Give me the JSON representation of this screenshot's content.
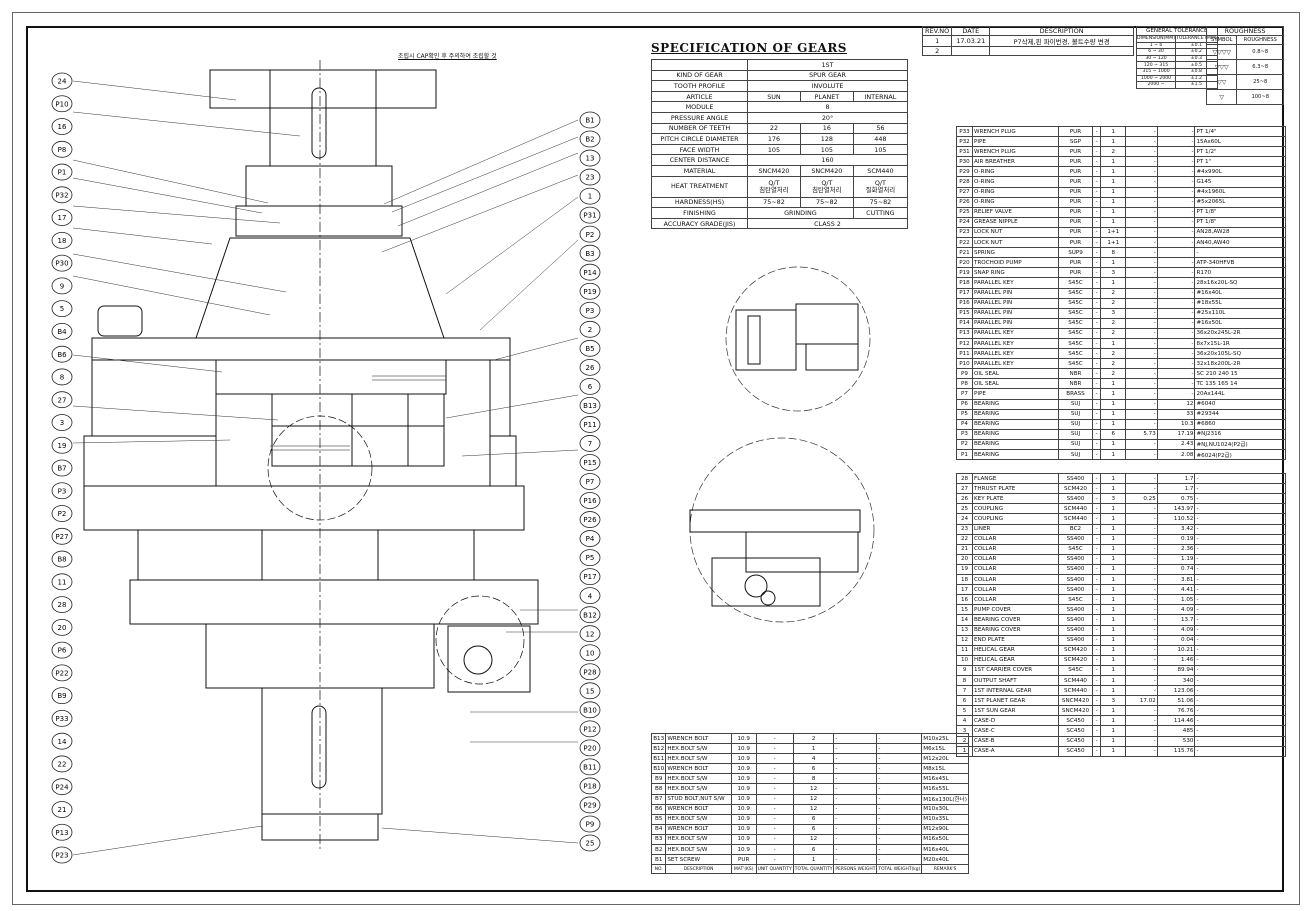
{
  "drawing": {
    "assembly_note": "조립시 CAP확인 후 주의하여 조립할 것"
  },
  "balloons_left": [
    "24",
    "P10",
    "16",
    "P8",
    "P1",
    "P32",
    "17",
    "18",
    "P30",
    "9",
    "5",
    "B4",
    "B6",
    "8",
    "27",
    "3",
    "19",
    "B7",
    "P3",
    "P2",
    "P27",
    "B8",
    "11",
    "28",
    "20",
    "P6",
    "P22",
    "B9",
    "P33",
    "14",
    "22",
    "P24",
    "21",
    "P13",
    "P23"
  ],
  "balloons_right": [
    "B1",
    "B2",
    "13",
    "23",
    "1",
    "P31",
    "P2",
    "B3",
    "P14",
    "P19",
    "P3",
    "2",
    "B5",
    "26",
    "6",
    "B13",
    "P11",
    "7",
    "P15",
    "P7",
    "P16",
    "P26",
    "P4",
    "P5",
    "P17",
    "4",
    "B12",
    "12",
    "10",
    "P28",
    "15",
    "B10",
    "P12",
    "P20",
    "B11",
    "P18",
    "P29",
    "P9",
    "25"
  ],
  "spec": {
    "title": "SPECIFICATION OF GEARS",
    "stage": "1ST",
    "kind_of_gear": {
      "label": "KIND OF GEAR",
      "value": "SPUR GEAR"
    },
    "tooth_profile": {
      "label": "TOOTH PROFILE",
      "value": "INVOLUTE"
    },
    "article": {
      "label": "ARTICLE",
      "sun": "SUN",
      "planet": "PLANET",
      "internal": "INTERNAL"
    },
    "module": {
      "label": "MODULE",
      "value": "8"
    },
    "pressure_angle": {
      "label": "PRESSURE ANGLE",
      "value": "20°"
    },
    "teeth": {
      "label": "NUMBER OF TEETH",
      "sun": "22",
      "planet": "16",
      "internal": "56"
    },
    "pcd": {
      "label": "PITCH CIRCLE DIAMETER",
      "sun": "176",
      "planet": "128",
      "internal": "448"
    },
    "face_width": {
      "label": "FACE WIDTH",
      "sun": "105",
      "planet": "105",
      "internal": "105"
    },
    "center_distance": {
      "label": "CENTER DISTANCE",
      "value": "160"
    },
    "material": {
      "label": "MATERIAL",
      "sun": "SNCM420",
      "planet": "SNCM420",
      "internal": "SCM440"
    },
    "heat_treatment": {
      "label": "HEAT TREATMENT",
      "sun_1": "Q/T",
      "sun_2": "침탄열처리",
      "planet_1": "Q/T",
      "planet_2": "침탄열처리",
      "internal_1": "Q/T",
      "internal_2": "질화열처리"
    },
    "hardness": {
      "label": "HARDNESS(HS)",
      "sun": "75~82",
      "planet": "75~82",
      "internal": "75~82"
    },
    "finishing": {
      "label": "FINISHING",
      "grinding": "GRINDING",
      "cutting": "CUTTING"
    },
    "accuracy": {
      "label": "ACCURACY GRADE(JIS)",
      "value": "CLASS 2"
    }
  },
  "revision": {
    "headers": {
      "rev": "REV.NO",
      "date": "DATE",
      "desc": "DESCRIPTION"
    },
    "row1": {
      "rev": "1",
      "date": "17.03.21",
      "desc": "P7삭제,핀 파이번경, 볼트수량 변경"
    },
    "row2": {
      "rev": "2",
      "date": "",
      "desc": ""
    }
  },
  "tolerance": {
    "title": "GENERAL TOLERANCE",
    "col1": "DIMENSION(MM)",
    "col2": "TOLERANCE (MM)",
    "rows": [
      {
        "dim": "1 ~ 6",
        "tol": "±0.1"
      },
      {
        "dim": "6 ~ 30",
        "tol": "±0.2"
      },
      {
        "dim": "30 ~ 120",
        "tol": "±0.3"
      },
      {
        "dim": "120 ~ 315",
        "tol": "±0.5"
      },
      {
        "dim": "315 ~ 1000",
        "tol": "±0.8"
      },
      {
        "dim": "1000 ~ 2000",
        "tol": "±1.2"
      },
      {
        "dim": "2000 ~",
        "tol": "±1.5"
      }
    ]
  },
  "roughness": {
    "title": "ROUGHNESS",
    "col1": "SYMBOL",
    "col2": "ROUGHNESS",
    "rows": [
      {
        "sym": "▽▽▽▽",
        "val": "0.8~8"
      },
      {
        "sym": "▽▽▽",
        "val": "6.3~8"
      },
      {
        "sym": "▽▽",
        "val": "25~8"
      },
      {
        "sym": "▽",
        "val": "100~8"
      }
    ]
  },
  "bom_right": [
    {
      "no": "P33",
      "desc": "WRENCH PLUG",
      "mat": "PUR",
      "a": "-",
      "q": "1",
      "u": "-",
      "t": "-",
      "rem": "PT 1/4\""
    },
    {
      "no": "P32",
      "desc": "PIPE",
      "mat": "SGP",
      "a": "-",
      "q": "1",
      "u": "-",
      "t": "-",
      "rem": "15Ax60L"
    },
    {
      "no": "P31",
      "desc": "WRENCH PLUG",
      "mat": "PUR",
      "a": "-",
      "q": "2",
      "u": "-",
      "t": "-",
      "rem": "PT 1/2\""
    },
    {
      "no": "P30",
      "desc": "AIR BREATHER",
      "mat": "PUR",
      "a": "-",
      "q": "1",
      "u": "-",
      "t": "-",
      "rem": "PT 1\""
    },
    {
      "no": "P29",
      "desc": "O-RING",
      "mat": "PUR",
      "a": "-",
      "q": "1",
      "u": "-",
      "t": "-",
      "rem": "#4x990L"
    },
    {
      "no": "P28",
      "desc": "O-RING",
      "mat": "PUR",
      "a": "-",
      "q": "1",
      "u": "-",
      "t": "-",
      "rem": "G145"
    },
    {
      "no": "P27",
      "desc": "O-RING",
      "mat": "PUR",
      "a": "-",
      "q": "1",
      "u": "-",
      "t": "-",
      "rem": "#4x1960L"
    },
    {
      "no": "P26",
      "desc": "O-RING",
      "mat": "PUR",
      "a": "-",
      "q": "1",
      "u": "-",
      "t": "-",
      "rem": "#5x2065L"
    },
    {
      "no": "P25",
      "desc": "RELIEF VALVE",
      "mat": "PUR",
      "a": "-",
      "q": "1",
      "u": "-",
      "t": "-",
      "rem": "PT 1/8\""
    },
    {
      "no": "P24",
      "desc": "GREASE NIPPLE",
      "mat": "PUR",
      "a": "-",
      "q": "1",
      "u": "-",
      "t": "-",
      "rem": "PT 1/8\""
    },
    {
      "no": "P23",
      "desc": "LOCK NUT",
      "mat": "PUR",
      "a": "-",
      "q": "1+1",
      "u": "-",
      "t": "-",
      "rem": "AN28,AW28"
    },
    {
      "no": "P22",
      "desc": "LOCK NUT",
      "mat": "PUR",
      "a": "-",
      "q": "1+1",
      "u": "-",
      "t": "-",
      "rem": "AN40,AW40"
    },
    {
      "no": "P21",
      "desc": "SPRING",
      "mat": "SUP9",
      "a": "-",
      "q": "8",
      "u": "-",
      "t": "",
      "rem": "-"
    },
    {
      "no": "P20",
      "desc": "TROCHOID PUMP",
      "mat": "PUR",
      "a": "-",
      "q": "1",
      "u": "-",
      "t": "-",
      "rem": "ATP-340HFVB"
    },
    {
      "no": "P19",
      "desc": "SNAP RING",
      "mat": "PUR",
      "a": "-",
      "q": "3",
      "u": "-",
      "t": "-",
      "rem": "R170"
    },
    {
      "no": "P18",
      "desc": "PARALLEL KEY",
      "mat": "S45C",
      "a": "-",
      "q": "1",
      "u": "-",
      "t": "-",
      "rem": "28x16x20L-SQ"
    },
    {
      "no": "P17",
      "desc": "PARALLEL PIN",
      "mat": "S45C",
      "a": "-",
      "q": "2",
      "u": "-",
      "t": "-",
      "rem": "#16x40L"
    },
    {
      "no": "P16",
      "desc": "PARALLEL PIN",
      "mat": "S45C",
      "a": "-",
      "q": "2",
      "u": "-",
      "t": "-",
      "rem": "#18x55L"
    },
    {
      "no": "P15",
      "desc": "PARALLEL PIN",
      "mat": "S45C",
      "a": "-",
      "q": "3",
      "u": "-",
      "t": "-",
      "rem": "#25x110L"
    },
    {
      "no": "P14",
      "desc": "PARALLEL PIN",
      "mat": "S45C",
      "a": "-",
      "q": "2",
      "u": "-",
      "t": "-",
      "rem": "#16x50L"
    },
    {
      "no": "P13",
      "desc": "PARALLEL KEY",
      "mat": "S45C",
      "a": "-",
      "q": "2",
      "u": "-",
      "t": "-",
      "rem": "36x20x245L-2R"
    },
    {
      "no": "P12",
      "desc": "PARALLEL KEY",
      "mat": "S45C",
      "a": "-",
      "q": "1",
      "u": "-",
      "t": "-",
      "rem": "8x7x15L-1R"
    },
    {
      "no": "P11",
      "desc": "PARALLEL KEY",
      "mat": "S45C",
      "a": "-",
      "q": "2",
      "u": "-",
      "t": "-",
      "rem": "36x20x105L-SQ"
    },
    {
      "no": "P10",
      "desc": "PARALLEL KEY",
      "mat": "S45C",
      "a": "-",
      "q": "2",
      "u": "-",
      "t": "-",
      "rem": "32x18x200L-2R"
    },
    {
      "no": "P9",
      "desc": "OIL SEAL",
      "mat": "NBR",
      "a": "-",
      "q": "2",
      "u": "-",
      "t": "-",
      "rem": "SC 210 240 15"
    },
    {
      "no": "P8",
      "desc": "OIL SEAL",
      "mat": "NBR",
      "a": "-",
      "q": "1",
      "u": "-",
      "t": "-",
      "rem": "TC 135 165 14"
    },
    {
      "no": "P7",
      "desc": "PIPE",
      "mat": "BRASS",
      "a": "-",
      "q": "1",
      "u": "-",
      "t": "-",
      "rem": "20Ax144L"
    },
    {
      "no": "P6",
      "desc": "BEARING",
      "mat": "SUJ",
      "a": "-",
      "q": "1",
      "u": "-",
      "t": "12",
      "rem": "#6040"
    },
    {
      "no": "P5",
      "desc": "BEARING",
      "mat": "SUJ",
      "a": "-",
      "q": "1",
      "u": "-",
      "t": "33",
      "rem": "#29344"
    },
    {
      "no": "P4",
      "desc": "BEARING",
      "mat": "SUJ",
      "a": "-",
      "q": "1",
      "u": "-",
      "t": "10.3",
      "rem": "#6860"
    },
    {
      "no": "P3",
      "desc": "BEARING",
      "mat": "SUJ",
      "a": "-",
      "q": "6",
      "u": "5.73",
      "t": "17.19",
      "rem": "#NJ2316"
    },
    {
      "no": "P2",
      "desc": "BEARING",
      "mat": "SUJ",
      "a": "-",
      "q": "1",
      "u": "-",
      "t": "2.43",
      "rem": "#NJ,NU1024(P2급)"
    },
    {
      "no": "P1",
      "desc": "BEARING",
      "mat": "SUJ",
      "a": "-",
      "q": "1",
      "u": "-",
      "t": "2.08",
      "rem": "#6024(P2급)"
    },
    {
      "gap": true
    },
    {
      "no": "28",
      "desc": "FLANGE",
      "mat": "SS400",
      "a": "-",
      "q": "1",
      "u": "-",
      "t": "1.7",
      "rem": "-"
    },
    {
      "no": "27",
      "desc": "THRUST PLATE",
      "mat": "SCM420",
      "a": "-",
      "q": "1",
      "u": "-",
      "t": "1.7",
      "rem": "-"
    },
    {
      "no": "26",
      "desc": "KEY PLATE",
      "mat": "SS400",
      "a": "-",
      "q": "3",
      "u": "0.25",
      "t": "0.75",
      "rem": "-"
    },
    {
      "no": "25",
      "desc": "COUPLING",
      "mat": "SCM440",
      "a": "-",
      "q": "1",
      "u": "-",
      "t": "143.97",
      "rem": "-"
    },
    {
      "no": "24",
      "desc": "COUPLING",
      "mat": "SCM440",
      "a": "-",
      "q": "1",
      "u": "-",
      "t": "110.52",
      "rem": "-"
    },
    {
      "no": "23",
      "desc": "LINER",
      "mat": "BC2",
      "a": "-",
      "q": "1",
      "u": "-",
      "t": "3.42",
      "rem": "-"
    },
    {
      "no": "22",
      "desc": "COLLAR",
      "mat": "SS400",
      "a": "-",
      "q": "1",
      "u": "-",
      "t": "0.19",
      "rem": "-"
    },
    {
      "no": "21",
      "desc": "COLLAR",
      "mat": "S45C",
      "a": "-",
      "q": "1",
      "u": "-",
      "t": "2.36",
      "rem": "-"
    },
    {
      "no": "20",
      "desc": "COLLAR",
      "mat": "SS400",
      "a": "-",
      "q": "1",
      "u": "-",
      "t": "1.19",
      "rem": "-"
    },
    {
      "no": "19",
      "desc": "COLLAR",
      "mat": "SS400",
      "a": "-",
      "q": "1",
      "u": "-",
      "t": "0.74",
      "rem": "-"
    },
    {
      "no": "18",
      "desc": "COLLAR",
      "mat": "SS400",
      "a": "-",
      "q": "1",
      "u": "-",
      "t": "3.81",
      "rem": "-"
    },
    {
      "no": "17",
      "desc": "COLLAR",
      "mat": "SS400",
      "a": "-",
      "q": "1",
      "u": "-",
      "t": "4.41",
      "rem": "-"
    },
    {
      "no": "16",
      "desc": "COLLAR",
      "mat": "S45C",
      "a": "-",
      "q": "1",
      "u": "-",
      "t": "1.05",
      "rem": "-"
    },
    {
      "no": "15",
      "desc": "PUMP COVER",
      "mat": "SS400",
      "a": "-",
      "q": "1",
      "u": "-",
      "t": "4.09",
      "rem": "-"
    },
    {
      "no": "14",
      "desc": "BEARING COVER",
      "mat": "SS400",
      "a": "-",
      "q": "1",
      "u": "-",
      "t": "13.7",
      "rem": "-"
    },
    {
      "no": "13",
      "desc": "BEARING COVER",
      "mat": "SS400",
      "a": "-",
      "q": "1",
      "u": "-",
      "t": "4.09",
      "rem": "-"
    },
    {
      "no": "12",
      "desc": "END PLATE",
      "mat": "SS400",
      "a": "-",
      "q": "1",
      "u": "-",
      "t": "0.04",
      "rem": "-"
    },
    {
      "no": "11",
      "desc": "HELICAL GEAR",
      "mat": "SCM420",
      "a": "-",
      "q": "1",
      "u": "-",
      "t": "10.21",
      "rem": "-"
    },
    {
      "no": "10",
      "desc": "HELICAL GEAR",
      "mat": "SCM420",
      "a": "-",
      "q": "1",
      "u": "-",
      "t": "1.46",
      "rem": "-"
    },
    {
      "no": "9",
      "desc": "1ST CARRIER COVER",
      "mat": "S45C",
      "a": "-",
      "q": "1",
      "u": "-",
      "t": "89.94",
      "rem": "-"
    },
    {
      "no": "8",
      "desc": "OUTPUT SHAFT",
      "mat": "SCM440",
      "a": "-",
      "q": "1",
      "u": "-",
      "t": "340",
      "rem": "-"
    },
    {
      "no": "7",
      "desc": "1ST INTERNAL GEAR",
      "mat": "SCM440",
      "a": "-",
      "q": "1",
      "u": "-",
      "t": "123.06",
      "rem": "-"
    },
    {
      "no": "6",
      "desc": "1ST PLANET GEAR",
      "mat": "SNCM420",
      "a": "-",
      "q": "3",
      "u": "17.02",
      "t": "51.06",
      "rem": "-"
    },
    {
      "no": "5",
      "desc": "1ST SUN GEAR",
      "mat": "SNCM420",
      "a": "-",
      "q": "1",
      "u": "-",
      "t": "76.76",
      "rem": "-"
    },
    {
      "no": "4",
      "desc": "CASE-D",
      "mat": "SC450",
      "a": "-",
      "q": "1",
      "u": "-",
      "t": "114.46",
      "rem": "-"
    },
    {
      "no": "3",
      "desc": "CASE-C",
      "mat": "SC450",
      "a": "-",
      "q": "1",
      "u": "-",
      "t": "485",
      "rem": "-"
    },
    {
      "no": "2",
      "desc": "CASE-B",
      "mat": "SC450",
      "a": "-",
      "q": "1",
      "u": "-",
      "t": "530",
      "rem": "-"
    },
    {
      "no": "1",
      "desc": "CASE-A",
      "mat": "SC450",
      "a": "-",
      "q": "1",
      "u": "-",
      "t": "115.76",
      "rem": "-"
    }
  ],
  "bom_bottom": [
    {
      "no": "B13",
      "desc": "WRENCH BOLT",
      "mat": "10.9",
      "a": "-",
      "q": "2",
      "u": "-",
      "t": "-",
      "rem": "M10x25L"
    },
    {
      "no": "B12",
      "desc": "HEX.BOLT S/W",
      "mat": "10.9",
      "a": "-",
      "q": "1",
      "u": "-",
      "t": "-",
      "rem": "M6x15L"
    },
    {
      "no": "B11",
      "desc": "HEX.BOLT S/W",
      "mat": "10.9",
      "a": "-",
      "q": "4",
      "u": "-",
      "t": "-",
      "rem": "M12x20L"
    },
    {
      "no": "B10",
      "desc": "WRENCH BOLT",
      "mat": "10.9",
      "a": "-",
      "q": "6",
      "u": "-",
      "t": "-",
      "rem": "M8x15L"
    },
    {
      "no": "B9",
      "desc": "HEX.BOLT S/W",
      "mat": "10.9",
      "a": "-",
      "q": "8",
      "u": "-",
      "t": "-",
      "rem": "M16x45L"
    },
    {
      "no": "B8",
      "desc": "HEX.BOLT S/W",
      "mat": "10.9",
      "a": "-",
      "q": "12",
      "u": "-",
      "t": "-",
      "rem": "M16x55L"
    },
    {
      "no": "B7",
      "desc": "STUD BOLT,NUT S/W",
      "mat": "10.9",
      "a": "-",
      "q": "12",
      "u": "-",
      "t": "-",
      "rem": "M16x130L(한너)"
    },
    {
      "no": "B6",
      "desc": "WRENCH BOLT",
      "mat": "10.9",
      "a": "-",
      "q": "12",
      "u": "-",
      "t": "-",
      "rem": "M10x30L"
    },
    {
      "no": "B5",
      "desc": "HEX.BOLT S/W",
      "mat": "10.9",
      "a": "-",
      "q": "6",
      "u": "-",
      "t": "-",
      "rem": "M10x35L"
    },
    {
      "no": "B4",
      "desc": "WRENCH BOLT",
      "mat": "10.9",
      "a": "-",
      "q": "6",
      "u": "-",
      "t": "-",
      "rem": "M12x90L"
    },
    {
      "no": "B3",
      "desc": "HEX.BOLT S/W",
      "mat": "10.9",
      "a": "-",
      "q": "12",
      "u": "-",
      "t": "-",
      "rem": "M16x50L"
    },
    {
      "no": "B2",
      "desc": "HEX.BOLT S/W",
      "mat": "10.9",
      "a": "-",
      "q": "6",
      "u": "-",
      "t": "-",
      "rem": "M16x40L"
    },
    {
      "no": "B1",
      "desc": "SET SCREW",
      "mat": "PUR",
      "a": "-",
      "q": "1",
      "u": "-",
      "t": "-",
      "rem": "M20x40L"
    }
  ],
  "bom_header": {
    "no": "NO.",
    "desc": "DESCRIPTION",
    "mat": "MAT'(KS)",
    "a": "UNIT QUANTITY",
    "q": "TOTAL QUANTITY",
    "u": "PERSONS WEIGHT",
    "t": "TOTAL WEIGHT(kg)",
    "rem": "REMARK'S"
  }
}
